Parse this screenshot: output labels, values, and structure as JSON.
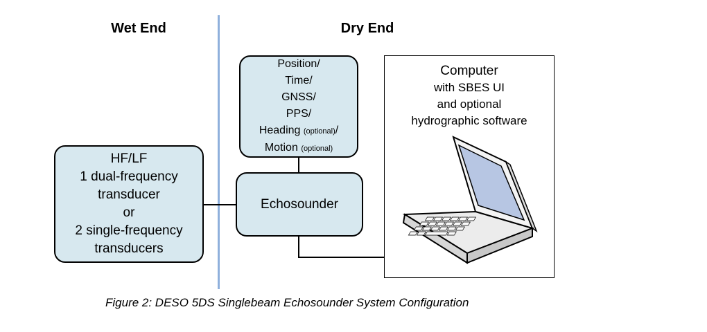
{
  "headers": {
    "wet_end": "Wet End",
    "dry_end": "Dry End"
  },
  "transducer_box": {
    "lines": [
      "HF/LF",
      "1 dual-frequency",
      "transducer",
      "or",
      "2 single-frequency",
      "transducers"
    ]
  },
  "position_box": {
    "line1": "Position/",
    "line2": "Time/",
    "line3": "GNSS/",
    "line4": "PPS/",
    "heading": "Heading",
    "heading_note": "(optional)",
    "heading_suffix": "/",
    "motion": "Motion",
    "motion_note": "(optional)"
  },
  "echosounder_box": {
    "label": "Echosounder"
  },
  "computer_box": {
    "line1": "Computer",
    "line2": "with SBES UI",
    "line3": "and optional",
    "line4": "hydrographic software",
    "icon": "laptop-icon"
  },
  "colors": {
    "box_fill": "#d7e8ef",
    "divider": "#8fb0dc",
    "laptop_screen": "#b7c6e3"
  },
  "caption": "Figure 2: DESO 5DS Singlebeam Echosounder System Configuration"
}
